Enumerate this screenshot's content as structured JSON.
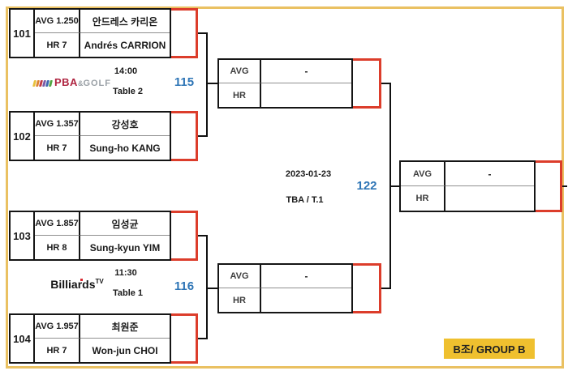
{
  "bracket": {
    "round1": [
      {
        "id": "101",
        "avg": "AVG 1.250",
        "hr": "HR 7",
        "name_kr": "안드레스 카리온",
        "name_en": "Andrés CARRION"
      },
      {
        "id": "102",
        "avg": "AVG 1.357",
        "hr": "HR 7",
        "name_kr": "강성호",
        "name_en": "Sung-ho KANG"
      },
      {
        "id": "103",
        "avg": "AVG 1.857",
        "hr": "HR 8",
        "name_kr": "임성균",
        "name_en": "Sung-kyun YIM"
      },
      {
        "id": "104",
        "avg": "AVG 1.957",
        "hr": "HR 7",
        "name_kr": "최원준",
        "name_en": "Won-jun CHOI"
      }
    ],
    "semifinals": [
      {
        "match_no": "115",
        "avg_label": "AVG",
        "hr_label": "HR",
        "avg_value": "-",
        "hr_value": ""
      },
      {
        "match_no": "116",
        "avg_label": "AVG",
        "hr_label": "HR",
        "avg_value": "-",
        "hr_value": ""
      }
    ],
    "final": {
      "match_no": "122",
      "avg_label": "AVG",
      "hr_label": "HR",
      "avg_value": "-",
      "hr_value": ""
    }
  },
  "schedule": {
    "top": {
      "time": "14:00",
      "table": "Table 2"
    },
    "bottom": {
      "time": "11:30",
      "table": "Table 1"
    },
    "final": {
      "date": "2023-01-23",
      "venue": "TBA / T.1"
    }
  },
  "logos": {
    "pba": {
      "name": "PBA",
      "amp": "&",
      "golf": "GOLF"
    },
    "billiards": {
      "name": "Billiards",
      "sup": "TV"
    }
  },
  "badge": {
    "label": "B조/ GROUP B"
  },
  "colors": {
    "frame_gold": "#EAC162",
    "result_red": "#DC3D2B",
    "match_no_blue": "#2E75B6",
    "badge_gold": "#EFC02F",
    "box_black": "#151515"
  }
}
